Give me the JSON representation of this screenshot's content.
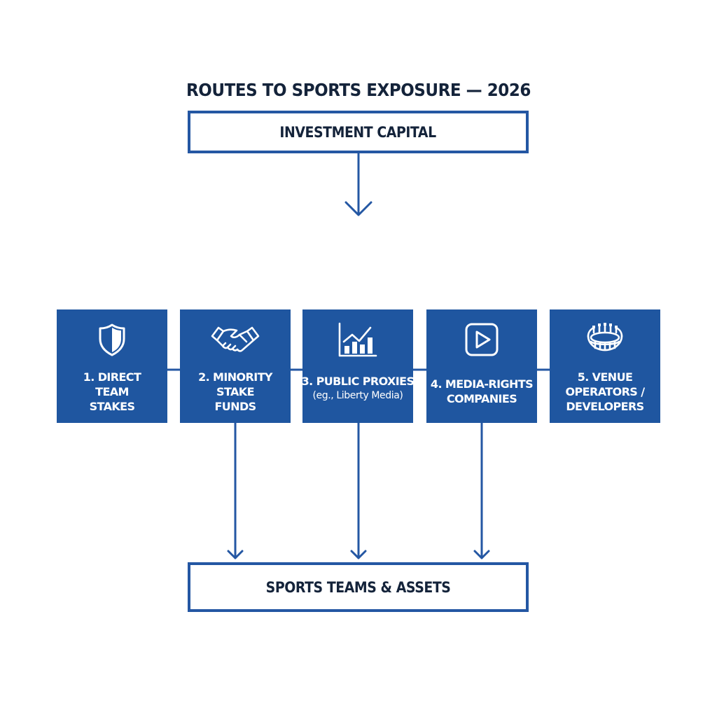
{
  "title": "ROUTES TO SPORTS EXPOSURE — 2026",
  "source_node": {
    "label": "INVESTMENT CAPITAL"
  },
  "target_node": {
    "label": "SPORTS TEAMS & ASSETS"
  },
  "routes": [
    {
      "icon": "shield-icon",
      "lines": [
        "1. DIRECT",
        "TEAM",
        "STAKES"
      ],
      "sub": ""
    },
    {
      "icon": "handshake-icon",
      "lines": [
        "2. MINORITY",
        "STAKE",
        "FUNDS"
      ],
      "sub": ""
    },
    {
      "icon": "bar-chart-growth-icon",
      "lines": [
        "3. PUBLIC PROXIES"
      ],
      "sub": "(eg., Liberty Media)"
    },
    {
      "icon": "play-button-icon",
      "lines": [
        "4. MEDIA-RIGHTS",
        "COMPANIES"
      ],
      "sub": ""
    },
    {
      "icon": "stadium-icon",
      "lines": [
        "5. VENUE",
        "OPERATORS /",
        "DEVELOPERS"
      ],
      "sub": ""
    }
  ],
  "colors": {
    "primary": "#1f56a0",
    "outline": "#2457a3",
    "text_dark": "#14233a"
  }
}
